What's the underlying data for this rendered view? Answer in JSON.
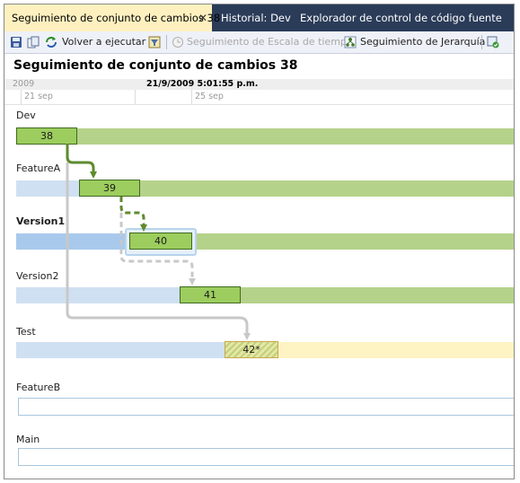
{
  "tabs": [
    {
      "label": "Seguimiento de conjunto de cambios 38",
      "active": true,
      "close": "✕"
    },
    {
      "label": "Historial: Dev",
      "active": false
    },
    {
      "label": "Explorador de control de código fuente",
      "active": false
    }
  ],
  "toolbar": {
    "rerun_label": "Volver a ejecutar",
    "timeline_label": "Seguimiento de Escala de tiempo",
    "hierarchy_label": "Seguimiento de Jerarquía",
    "icons": [
      "save-icon",
      "copy-icon",
      "refresh-icon",
      "filter-icon",
      "clock-icon",
      "hierarchy-icon",
      "check-icon"
    ]
  },
  "title": "Seguimiento de conjunto de cambios 38",
  "ruler": {
    "year": "2009",
    "timestamp": "21/9/2009 5:01:55 p.m.",
    "dates": [
      "21 sep",
      "25 sep"
    ]
  },
  "branches": [
    {
      "name": "Dev",
      "changeset": "38",
      "bold": false
    },
    {
      "name": "FeatureA",
      "changeset": "39",
      "bold": false
    },
    {
      "name": "Version1",
      "changeset": "40",
      "bold": true
    },
    {
      "name": "Version2",
      "changeset": "41",
      "bold": false
    },
    {
      "name": "Test",
      "changeset": "42*",
      "bold": false
    },
    {
      "name": "FeatureB",
      "changeset": "",
      "bold": false
    },
    {
      "name": "Main",
      "changeset": "",
      "bold": false
    }
  ],
  "colors": {
    "tab_strip": "#2b3c59",
    "active_tab": "#fff1bf",
    "merged_green": "#b5d28a",
    "changeset_green": "#9ccd5e",
    "pending_yellow": "#fdf3c3",
    "not_merged_blue": "#cfe0f2",
    "arrow_green": "#5e8a2e",
    "arrow_gray": "#c8c8c8"
  }
}
